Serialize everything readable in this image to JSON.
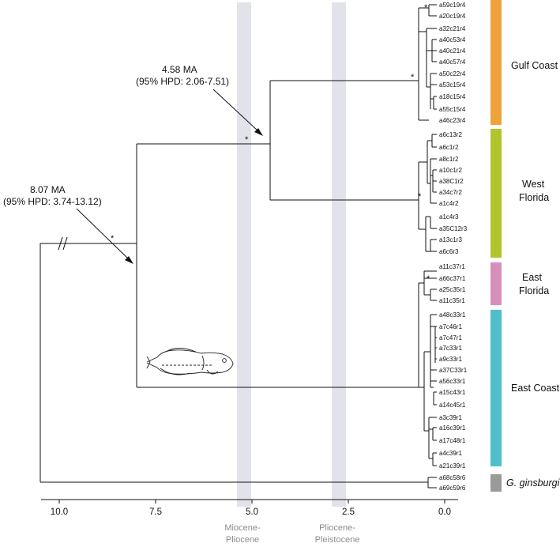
{
  "annotations": {
    "root_date": "8.07 MA",
    "root_hpd": "(95% HPD: 3.74-13.12)",
    "gulf_wf_date": "4.58 MA",
    "gulf_wf_hpd": "(95% HPD: 2.06-7.51)",
    "star": "*"
  },
  "axis": {
    "ticks": [
      "10.0",
      "7.5",
      "5.0",
      "2.5",
      "0.0"
    ],
    "tick_values": [
      10,
      7.5,
      5,
      2.5,
      0
    ]
  },
  "epoch_bands": [
    {
      "line1": "Miocene-",
      "line2": "Pliocene",
      "age": 5.3
    },
    {
      "line1": "Pliocene-",
      "line2": "Pleistocene",
      "age": 2.6
    }
  ],
  "clades": {
    "gulf": {
      "label": "Gulf Coast",
      "color": "#f0a33c"
    },
    "west": {
      "line1": "West",
      "line2": "Florida",
      "color": "#b3c52d"
    },
    "eastfl": {
      "line1": "East",
      "line2": "Florida",
      "color": "#d68fbb"
    },
    "eastcoast": {
      "label": "East Coast",
      "color": "#4fbfcc"
    },
    "outgroup": {
      "label": "G. ginsburgi",
      "color": "#9a9a9a"
    }
  },
  "tips": [
    "a59c19r4",
    "a20c19r4",
    "a32c21r4",
    "a40c53r4",
    "a40c21r4",
    "a40c57r4",
    "a50c22r4",
    "a53c15r4",
    "a18c15r4",
    "a55c15r4",
    "a46c23r4",
    "a6c13r2",
    "a6c1r2",
    "a8c1r2",
    "a10c1r2",
    "a38C1r2",
    "a34c7r2",
    "a1c4r2",
    "a1c4r3",
    "a35C12r3",
    "a13c1r3",
    "a6c6r3",
    "a11c37r1",
    "a66c37r1",
    "a25c35r1",
    "a11c35r1",
    "a48c33r1",
    "a7c46r1",
    "a7c47r1",
    "a7c33r1",
    "a9c33r1",
    "a37C33r1",
    "a56c33r1",
    "a15c43r1",
    "a14c45r1",
    "a3c39r1",
    "a16c39r1",
    "a17c48r1",
    "a4c39r1",
    "a21c39r1",
    "a68c58r6",
    "a69c59r6"
  ]
}
